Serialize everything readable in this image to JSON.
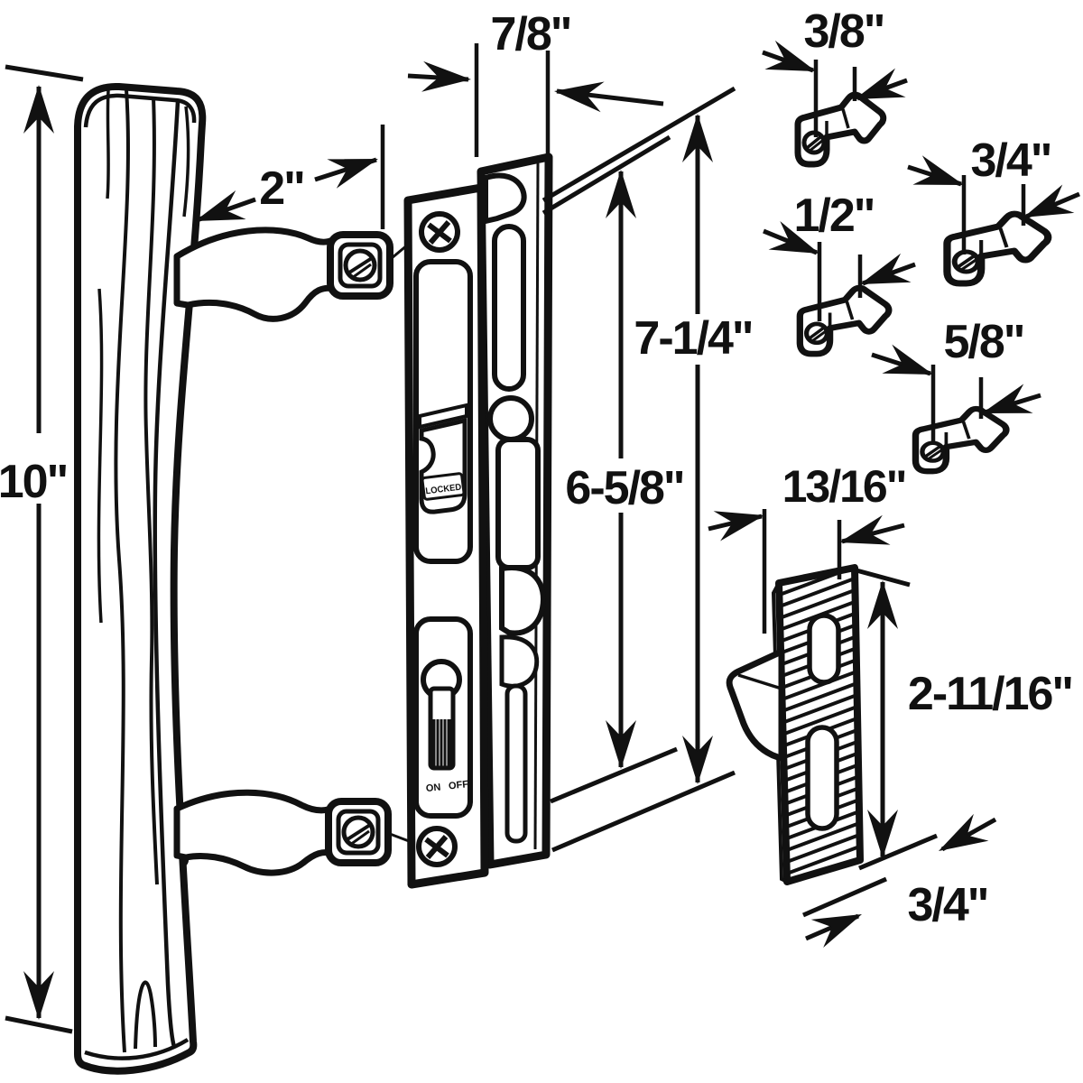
{
  "figure": {
    "background": "#ffffff",
    "line_color": "#111111"
  },
  "dimensions": {
    "handle_height": "10\"",
    "handle_projection": "2\"",
    "latch_width": "7/8\"",
    "latch_height_outer": "7-1/4\"",
    "latch_height_inner": "6-5/8\"",
    "hook_1": "3/8\"",
    "hook_2": "3/4\"",
    "hook_3": "1/2\"",
    "hook_4": "5/8\"",
    "strike_width": "13/16\"",
    "strike_height": "2-11/16\"",
    "strike_depth": "3/4\""
  },
  "latch": {
    "locked_label": "LOCKED",
    "switch_on": "ON",
    "switch_off": "OFF"
  }
}
